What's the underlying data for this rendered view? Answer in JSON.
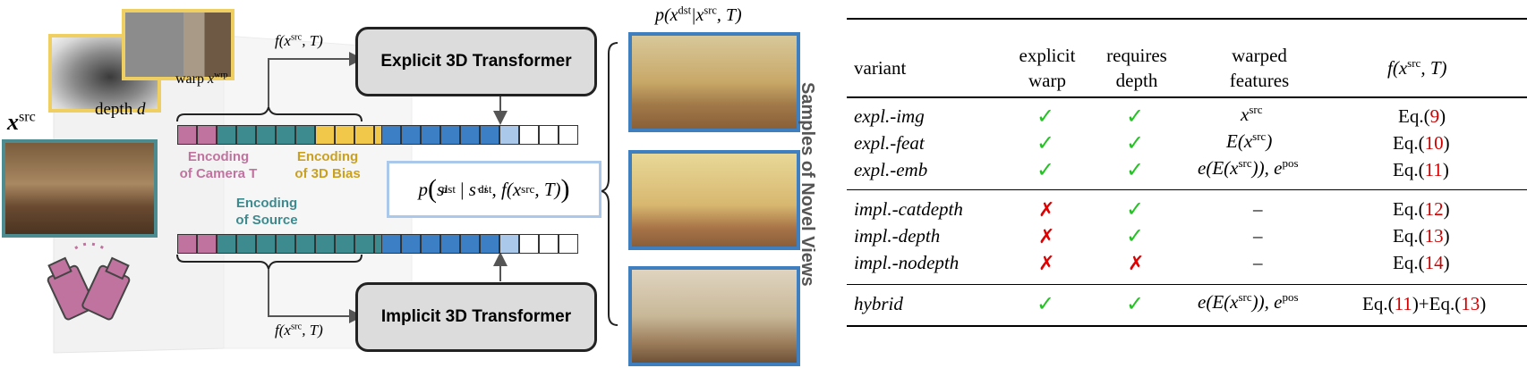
{
  "figure": {
    "labels": {
      "x_src": "x",
      "x_src_sup": "src",
      "depth": "depth",
      "depth_var": "d",
      "warp": "warp",
      "warp_var": "x",
      "warp_sup": "wrp",
      "f_top": "f(x",
      "f_top_sup": "src",
      "f_top_tail": ", T)",
      "f_bottom": "f(x",
      "f_bottom_sup": "src",
      "f_bottom_tail": ", T)",
      "explicit_transformer": "Explicit 3D Transformer",
      "implicit_transformer": "Implicit 3D Transformer",
      "enc_camera_1": "Encoding",
      "enc_camera_2": "of Camera T",
      "enc_bias_1": "Encoding",
      "enc_bias_2": "of 3D Bias",
      "enc_source_1": "Encoding",
      "enc_source_2": "of Source",
      "prob_top": "p(x",
      "prob_top_sup": "dst",
      "prob_top_mid": "|x",
      "prob_top_sup2": "src",
      "prob_top_tail": ", T)",
      "prob_box_p": "p",
      "prob_box_s": "s",
      "prob_box_i": "i",
      "prob_box_dst": "dst",
      "prob_box_lt": "<i",
      "prob_box_f": "f(x",
      "prob_box_src": "src",
      "prob_box_tail": ", T)",
      "samples_label": "Samples of Novel Views"
    },
    "colors": {
      "camera_enc": "#c0739f",
      "source_enc": "#3d8a8f",
      "bias_enc": "#f1c84a",
      "token_blue": "#3d7fc4",
      "token_light": "#a9c8ea",
      "camera_icon": "#c0739f",
      "src_frame": "#4c8c91",
      "depth_frame": "#f0cf62",
      "sample_frame": "#3f7fbf"
    }
  },
  "table": {
    "headers": [
      [
        "variant"
      ],
      [
        "explicit",
        "warp"
      ],
      [
        "requires",
        "depth"
      ],
      [
        "warped",
        "features"
      ],
      [
        "f(x",
        "src",
        ", T)"
      ]
    ],
    "groups": [
      [
        {
          "variant": "expl.-img",
          "warp": "✓",
          "depth": "✓",
          "features": "x",
          "features_sup": "src",
          "features_tail": "",
          "eq": "Eq.(",
          "eq_num": "9",
          "eq_close": ")"
        },
        {
          "variant": "expl.-feat",
          "warp": "✓",
          "depth": "✓",
          "features": "E(x",
          "features_sup": "src",
          "features_tail": ")",
          "eq": "Eq.(",
          "eq_num": "10",
          "eq_close": ")"
        },
        {
          "variant": "expl.-emb",
          "warp": "✓",
          "depth": "✓",
          "features": "e(E(x",
          "features_sup": "src",
          "features_tail": ")),  e",
          "features_sup2": "pos",
          "eq": "Eq.(",
          "eq_num": "11",
          "eq_close": ")"
        }
      ],
      [
        {
          "variant": "impl.-catdepth",
          "warp": "✗",
          "depth": "✓",
          "features": "–",
          "eq": "Eq.(",
          "eq_num": "12",
          "eq_close": ")"
        },
        {
          "variant": "impl.-depth",
          "warp": "✗",
          "depth": "✓",
          "features": "–",
          "eq": "Eq.(",
          "eq_num": "13",
          "eq_close": ")"
        },
        {
          "variant": "impl.-nodepth",
          "warp": "✗",
          "depth": "✗",
          "features": "–",
          "eq": "Eq.(",
          "eq_num": "14",
          "eq_close": ")"
        }
      ],
      [
        {
          "variant": "hybrid",
          "warp": "✓",
          "depth": "✓",
          "features": "e(E(x",
          "features_sup": "src",
          "features_tail": ")),  e",
          "features_sup2": "pos",
          "eq": "Eq.(",
          "eq_num": "11",
          "eq_close": ")+Eq.(",
          "eq_num2": "13",
          "eq_close2": ")"
        }
      ]
    ]
  }
}
